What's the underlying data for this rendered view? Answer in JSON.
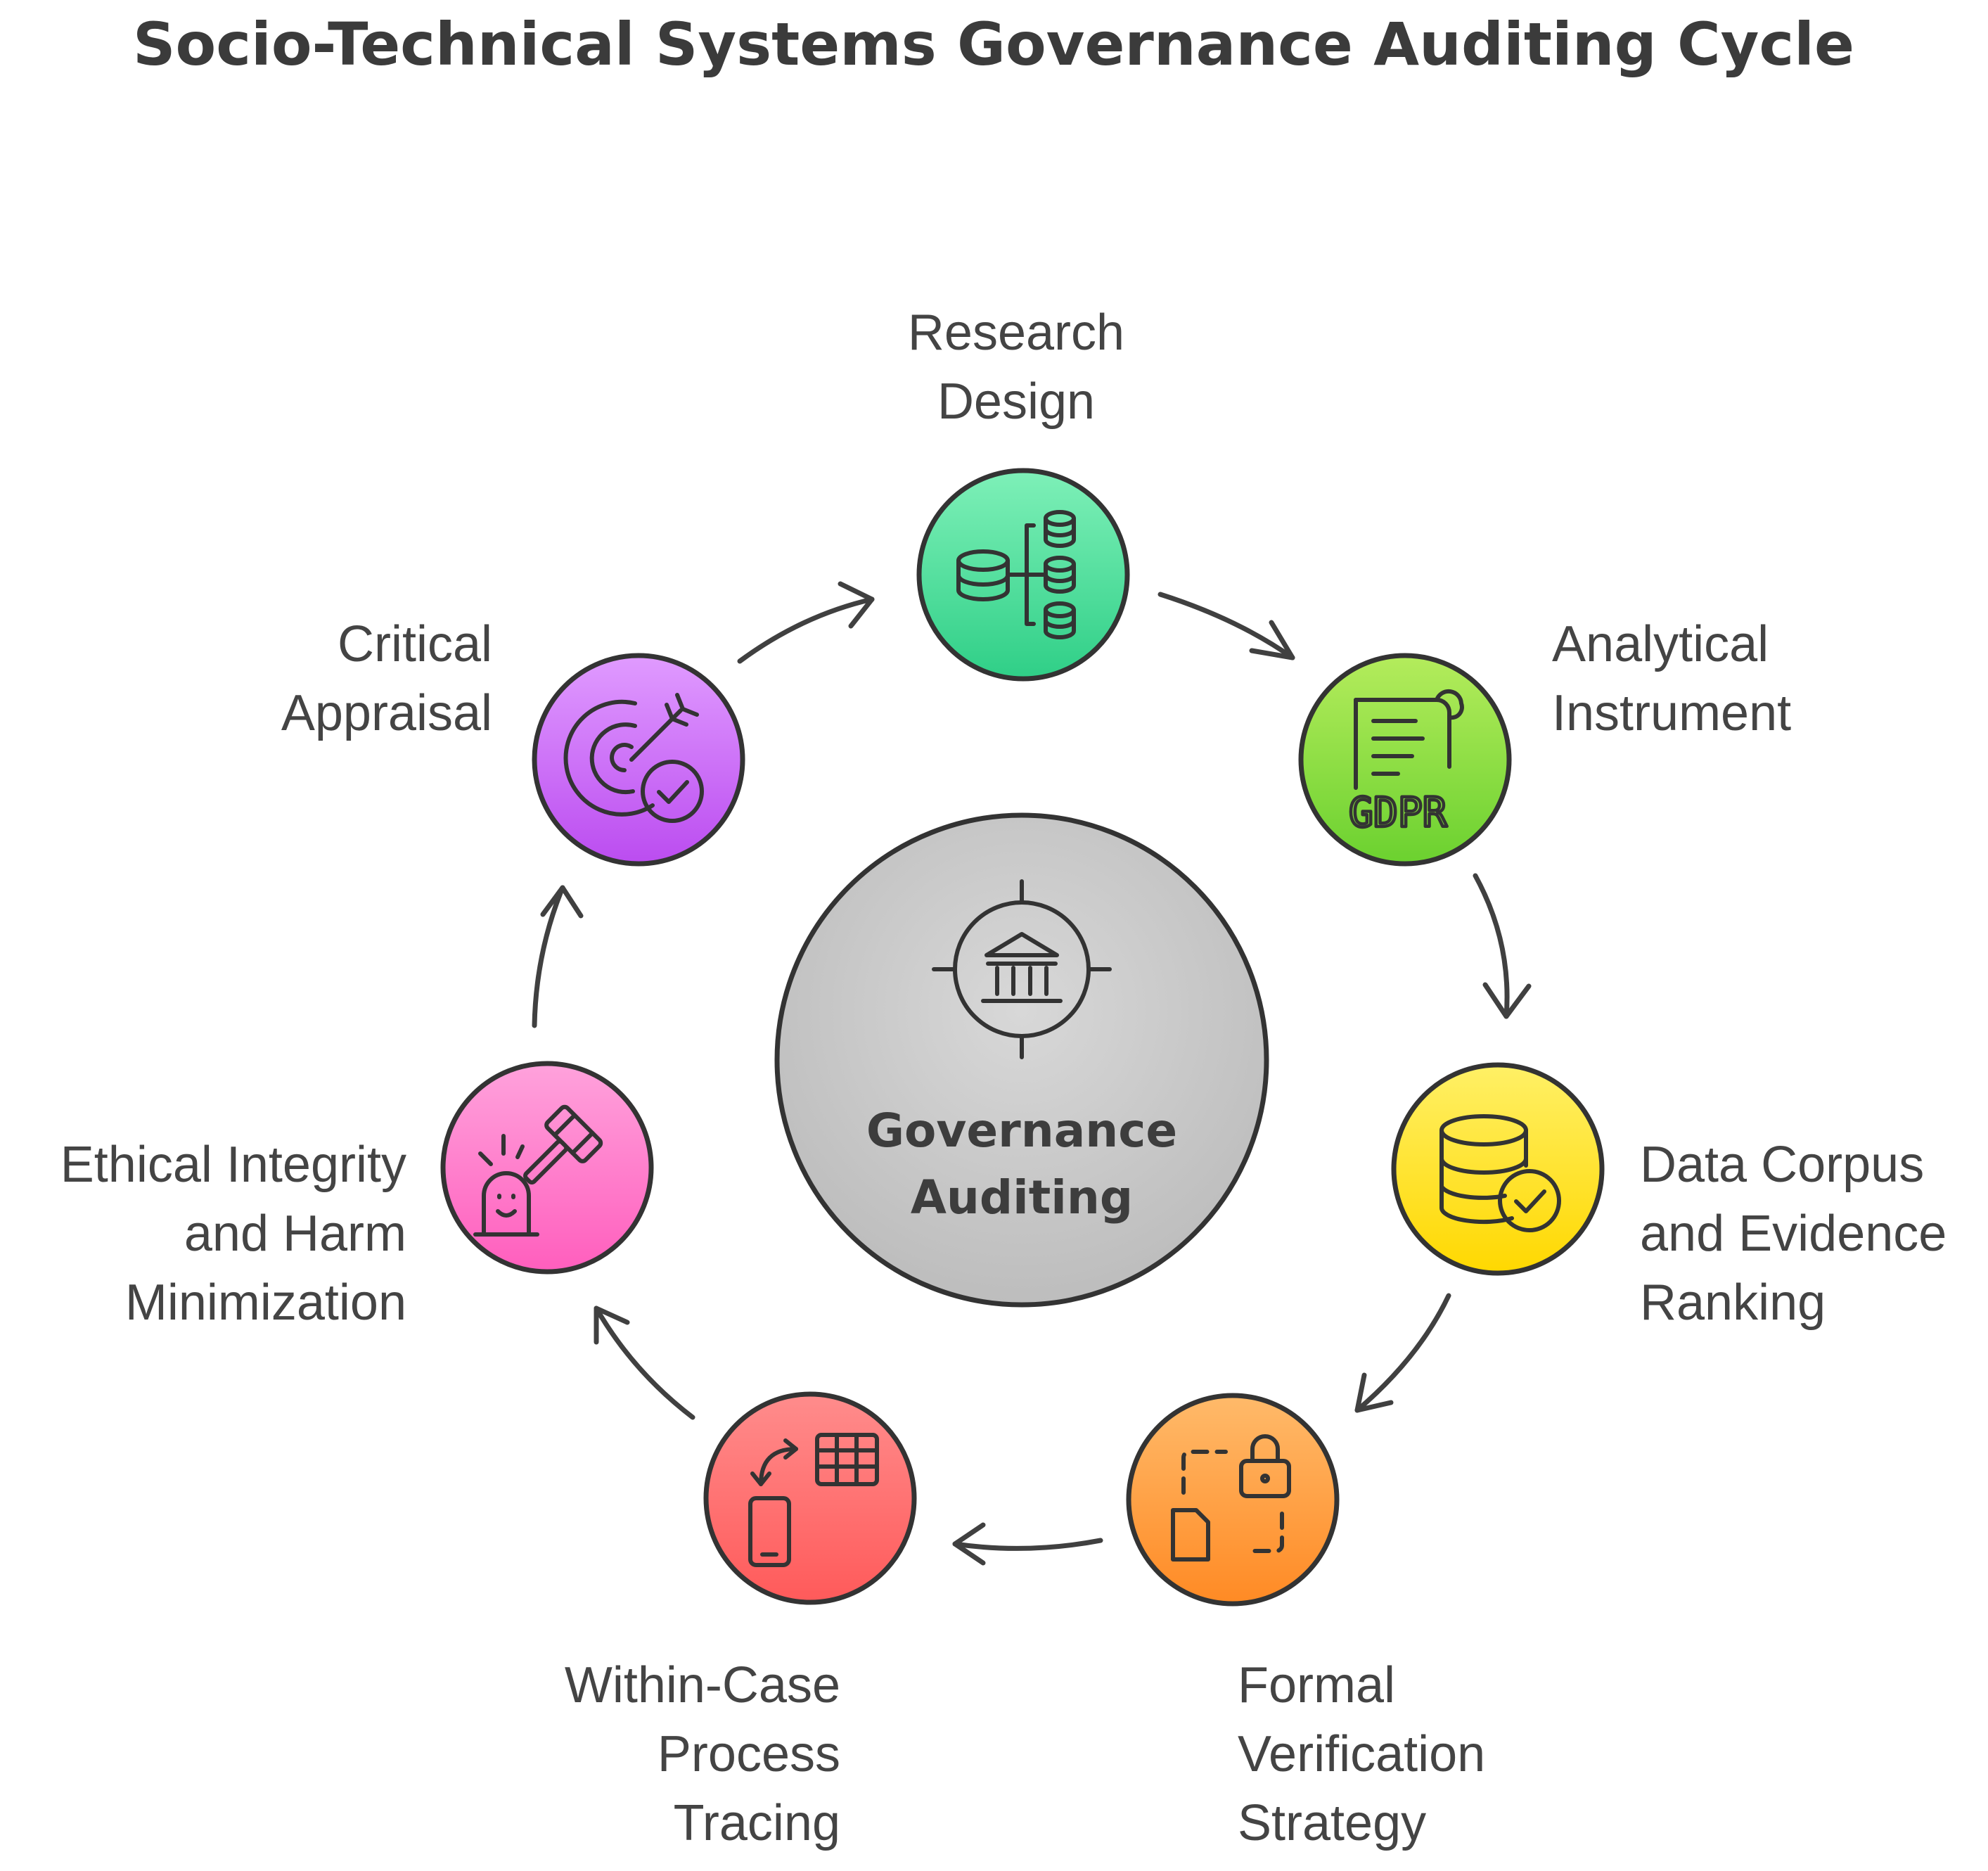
{
  "title": "Socio-Technical Systems Governance Auditing Cycle",
  "center": {
    "label_line1": "Governance",
    "label_line2": "Auditing",
    "icon": "bank-target-icon",
    "color": "#c9c9c9"
  },
  "steps": [
    {
      "line1": "Research",
      "line2": "Design",
      "line3": "",
      "icon": "database-tree-icon",
      "color": "#4fe0a2"
    },
    {
      "line1": "Analytical",
      "line2": "Instrument",
      "line3": "",
      "icon": "gdpr-document-icon",
      "color": "#8ee04a"
    },
    {
      "line1": "Data Corpus",
      "line2": "and Evidence",
      "line3": "Ranking",
      "icon": "database-check-icon",
      "color": "#ffe733"
    },
    {
      "line1": "Formal",
      "line2": "Verification",
      "line3": "Strategy",
      "icon": "secure-file-transfer-icon",
      "color": "#ff9a3c"
    },
    {
      "line1": "Within-Case",
      "line2": "Process",
      "line3": "Tracing",
      "icon": "mobile-table-sync-icon",
      "color": "#ff6f6f"
    },
    {
      "line1": "Ethical Integrity",
      "line2": "and Harm",
      "line3": "Minimization",
      "icon": "gavel-ghost-icon",
      "color": "#ff79c9"
    },
    {
      "line1": "Critical",
      "line2": "Appraisal",
      "line3": "",
      "icon": "target-check-icon",
      "color": "#cf6bf5"
    }
  ]
}
